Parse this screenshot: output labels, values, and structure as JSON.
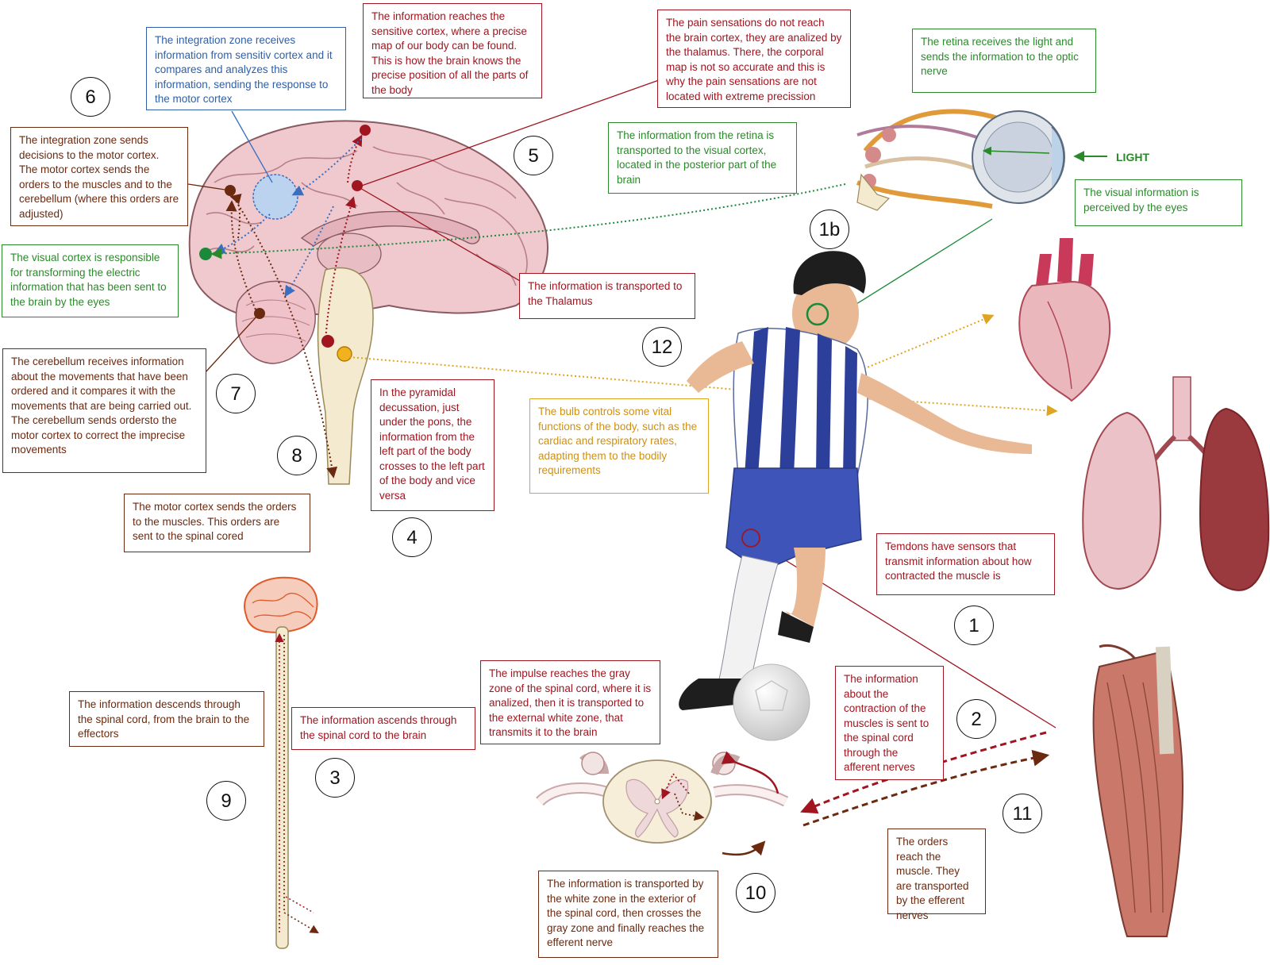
{
  "callouts": {
    "integration_blue": "The integration zone receives information from sensitiv cortex and it compares and analyzes this information, sending the response to the motor cortex",
    "sensitive_cortex": "The information reaches the sensitive cortex, where a precise map of our body can be found. This is how the brain knows the precise position of all the parts of the body",
    "pain_thalamus": "The pain sensations do not reach the brain cortex, they are analized by the thalamus. There, the corporal map is not so accurate and this is why the pain sensations are not located with extreme precission",
    "retina": "The retina receives the light and sends the information to the optic nerve",
    "integration_motor": "The integration zone sends decisions to the motor cortex. The motor cortex sends the orders to the muscles and to the cerebellum (where this orders are adjusted)",
    "retina_visual": "The information from the retina is transported to the visual cortex, located in the posterior part of the brain",
    "visual_eyes": "The visual information is perceived by the eyes",
    "visual_cortex": "The visual cortex is responsible for transforming the electric information that has been sent to the brain by the eyes",
    "thalamus": "The information is transported to the Thalamus",
    "cerebellum": "The cerebellum receives information about the movements that have been ordered and it compares it with the movements that are being carried out. The cerebellum sends ordersto the motor cortex to correct the imprecise movements",
    "pyramidal": "In the pyramidal decussation, just under the pons, the information from the left part of the body crosses to the left part of the body and vice versa",
    "bulb": "The bulb controls some vital functions of the body, such as the cardiac and respiratory rates, adapting them to the bodily requirements",
    "motor_spinal": "The motor cortex sends the orders to the muscles. This orders are sent to the spinal cored",
    "tendons": "Temdons have sensors that transmit information about how contracted the muscle is",
    "gray_zone": "The impulse reaches the gray zone of the spinal cord, where it is analized, then it is transported to the external white zone, that transmits it to the brain",
    "afferent": "The information about the contraction of the muscles is sent to the spinal cord through the afferent nerves",
    "descends": "The information descends through the spinal cord, from the brain to the effectors",
    "ascends": "The information ascends through the spinal cord to the brain",
    "orders_reach": "The orders reach the muscle. They are transported by the efferent nerves",
    "white_zone": "The information is  transported by the white zone in the exterior of the spinal cord, then crosses the gray zone and finally reaches the efferent nerve"
  },
  "labels": {
    "light": "LIGHT"
  },
  "numbers": {
    "n6": "6",
    "n5": "5",
    "n1b": "1b",
    "n12": "12",
    "n7": "7",
    "n8": "8",
    "n4": "4",
    "n1": "1",
    "n2": "2",
    "n3": "3",
    "n9": "9",
    "n10": "10",
    "n11": "11"
  },
  "colors": {
    "red": "#a0151f",
    "brown": "#6b2a10",
    "blue": "#2e5fa8",
    "green": "#2a8a2a",
    "gold": "#e0a520"
  }
}
